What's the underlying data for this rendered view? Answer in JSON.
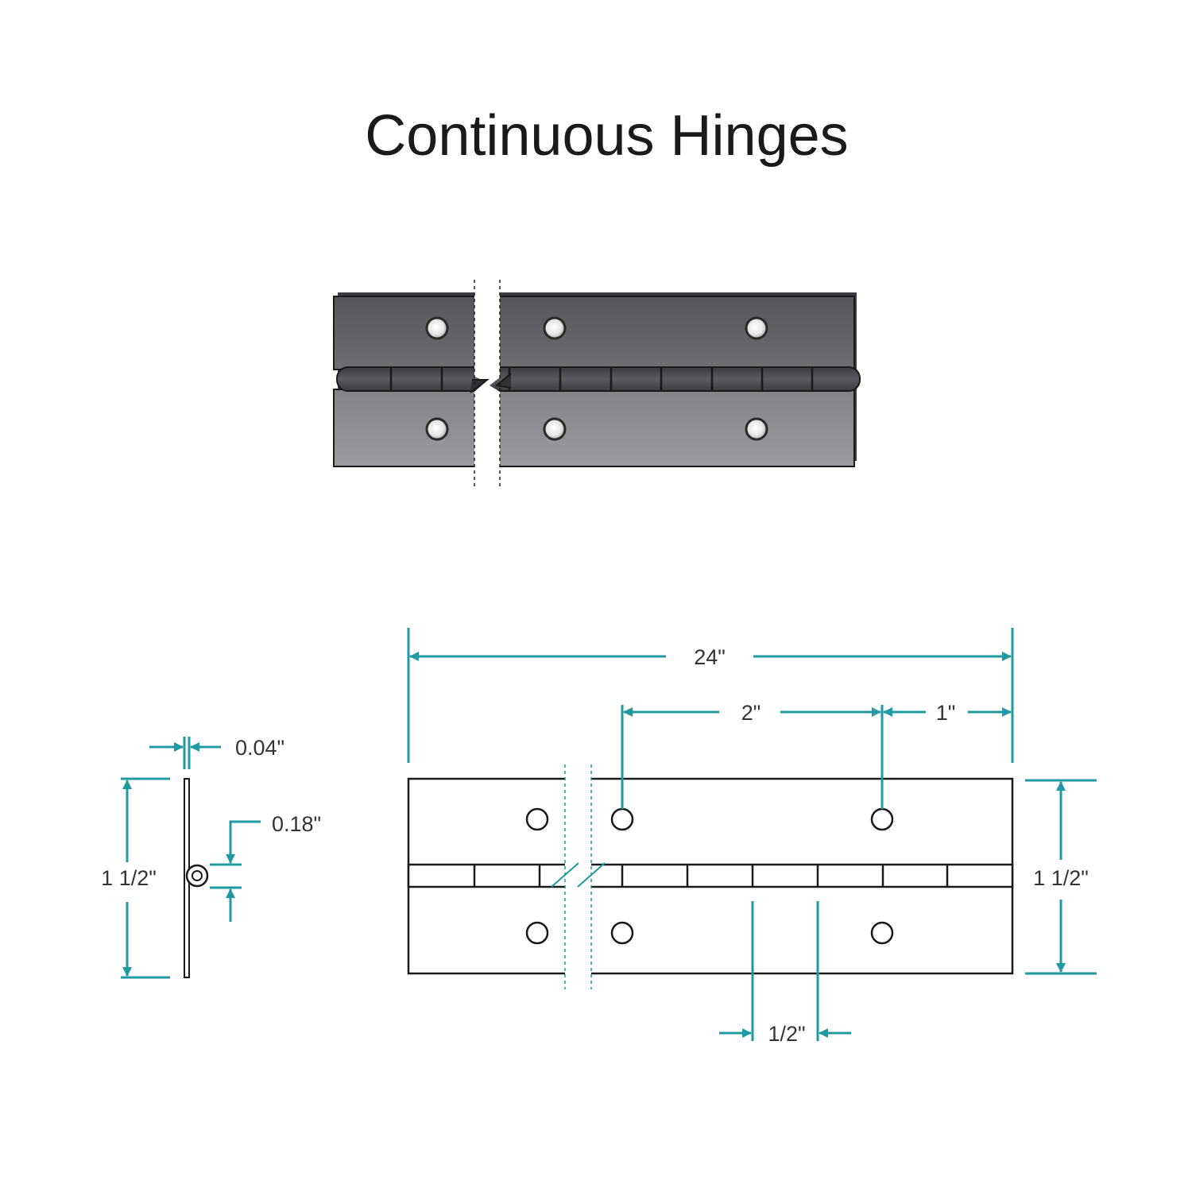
{
  "title": "Continuous Hinges",
  "colors": {
    "dimension": "#1f9aa2",
    "outline": "#1a1a1a",
    "leaf_top": "#5e5f63",
    "leaf_bottom": "#8f9094",
    "knuckle": "#4a4b4f",
    "background": "#ffffff"
  },
  "dimensions": {
    "length": "24\"",
    "hole_spacing": "2\"",
    "end_hole_offset": "1\"",
    "knuckle_length": "1/2\"",
    "open_width_right": "1 1/2\"",
    "open_width_left": "1 1/2\"",
    "leaf_thickness": "0.04\"",
    "pin_diameter": "0.18\""
  }
}
